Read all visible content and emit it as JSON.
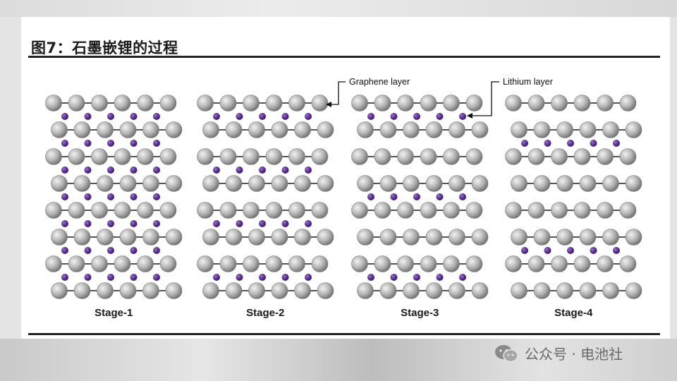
{
  "figure": {
    "title": "图7：石墨嵌锂的过程"
  },
  "diagram": {
    "callouts": {
      "graphene": "Graphene layer",
      "lithium": "Lithium layer"
    },
    "stages": [
      {
        "label": "Stage-1",
        "intercalated_gaps": [
          0,
          1,
          2,
          3,
          4,
          5,
          6
        ]
      },
      {
        "label": "Stage-2",
        "intercalated_gaps": [
          0,
          2,
          4,
          6
        ]
      },
      {
        "label": "Stage-3",
        "intercalated_gaps": [
          0,
          3,
          6
        ]
      },
      {
        "label": "Stage-4",
        "intercalated_gaps": [
          1,
          5
        ]
      }
    ],
    "layers_per_stage": 8,
    "atoms_per_layer": 6,
    "colors": {
      "carbon": "#b2b2b2",
      "lithium": "#5a2d91",
      "bond": "#555555"
    }
  },
  "watermark": {
    "text": "公众号 · 电池社",
    "icon": "wechat-icon"
  }
}
